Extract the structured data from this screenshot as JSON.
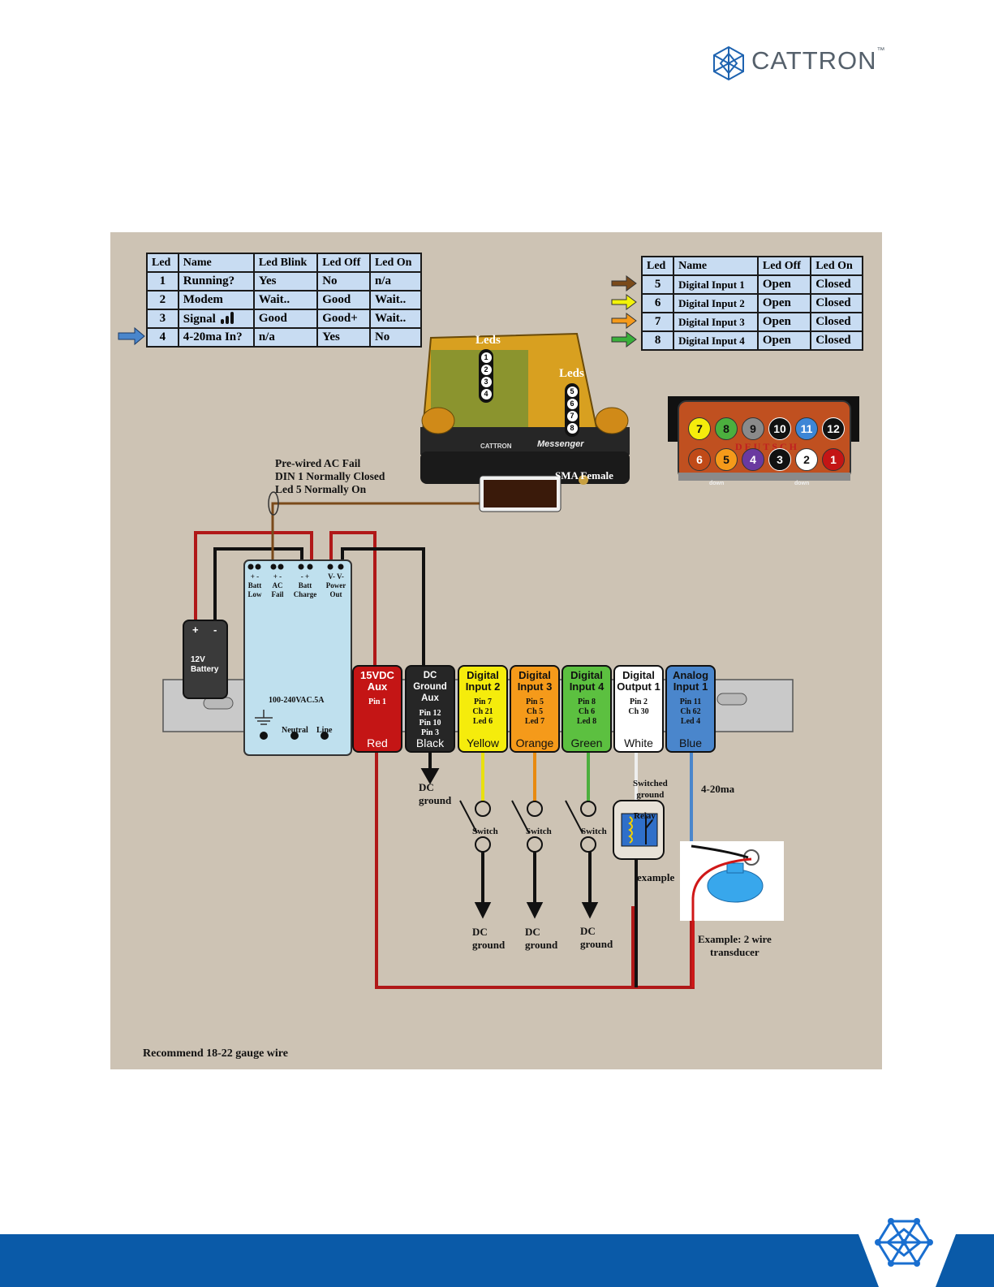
{
  "brand": {
    "name": "CATTRON",
    "tm": "™"
  },
  "colors": {
    "panel_bg": "#cdc3b4",
    "table_bg": "#c8dcf2",
    "footer": "#0a5aa8",
    "wire_red": "#b01818",
    "wire_black": "#111111",
    "wire_brown": "#7a4a1a"
  },
  "left_table": {
    "headers": [
      "Led",
      "Name",
      "Led Blink",
      "Led Off",
      "Led On"
    ],
    "rows": [
      [
        "1",
        "Running?",
        "Yes",
        "No",
        "n/a"
      ],
      [
        "2",
        "Modem",
        "Wait..",
        "Good",
        "Wait.."
      ],
      [
        "3",
        "Signal",
        "Good",
        "Good+",
        "Wait.."
      ],
      [
        "4",
        "4-20ma In?",
        "n/a",
        "Yes",
        "No"
      ]
    ],
    "signal_icon": "signal-bars-icon"
  },
  "right_table": {
    "headers": [
      "Led",
      "Name",
      "Led Off",
      "Led On"
    ],
    "rows": [
      [
        "5",
        "Digital Input 1",
        "Open",
        "Closed"
      ],
      [
        "6",
        "Digital Input 2",
        "Open",
        "Closed"
      ],
      [
        "7",
        "Digital Input 3",
        "Open",
        "Closed"
      ],
      [
        "8",
        "Digital Input 4",
        "Open",
        "Closed"
      ]
    ],
    "arrow_colors": [
      "#7a4a1a",
      "#f2f20a",
      "#f59a1a",
      "#3ab03a"
    ]
  },
  "device": {
    "leds_label_1": "Leds",
    "leds_1": [
      "1",
      "2",
      "3",
      "4"
    ],
    "leds_label_2": "Leds",
    "leds_2": [
      "5",
      "6",
      "7",
      "8"
    ],
    "brand_small": "CATTRON",
    "model": "Messenger",
    "sma_label": "SMA Female"
  },
  "connector": {
    "top_pins": [
      "7",
      "8",
      "9",
      "10",
      "11",
      "12"
    ],
    "bottom_pins": [
      "6",
      "5",
      "4",
      "3",
      "2",
      "1"
    ],
    "top_colors": [
      "#f5ec0c",
      "#4caf3e",
      "#8a8a8a",
      "#111111",
      "#3d86d6",
      "#111111"
    ],
    "bottom_colors": [
      "#c04a18",
      "#f59a1a",
      "#6a3aa0",
      "#111111",
      "#ffffff",
      "#c41515"
    ],
    "brand_text": "DEUTSCH",
    "tab_text": "down"
  },
  "ac_fail_note": [
    "Pre-wired AC Fail",
    "DIN 1 Normally Closed",
    "Led 5 Normally On"
  ],
  "power_supply": {
    "terminals": [
      {
        "signs": "+   -",
        "label": "Batt\nLow"
      },
      {
        "signs": "+   -",
        "label": "AC\nFail"
      },
      {
        "signs": "-   +",
        "label": "Batt\nCharge"
      },
      {
        "signs": "V-  V-",
        "label": "Power\nOut"
      }
    ],
    "rating": "100-240VAC.5A",
    "neutral": "Neutral",
    "line": "Line"
  },
  "battery": {
    "plus": "+",
    "minus": "-",
    "label": "12V\nBattery"
  },
  "modules": [
    {
      "title": "15VDC\nAux",
      "pins": "Pin 1",
      "color_name": "Red",
      "bg": "#c41515",
      "fg": "#ffffff"
    },
    {
      "title": "DC Ground\nAux",
      "pins": "Pin 12\nPin 10\nPin 3",
      "color_name": "Black",
      "bg": "#262626",
      "fg": "#ffffff"
    },
    {
      "title": "Digital\nInput 2",
      "pins": "Pin 7\nCh 21\nLed 6",
      "color_name": "Yellow",
      "bg": "#f5ec0c",
      "fg": "#111111"
    },
    {
      "title": "Digital\nInput 3",
      "pins": "Pin 5\nCh 5\nLed 7",
      "color_name": "Orange",
      "bg": "#f59a1a",
      "fg": "#111111"
    },
    {
      "title": "Digital\nInput 4",
      "pins": "Pin 8\nCh 6\nLed 8",
      "color_name": "Green",
      "bg": "#5cc040",
      "fg": "#111111"
    },
    {
      "title": "Digital\nOutput 1",
      "pins": "Pin 2\nCh 30",
      "color_name": "White",
      "bg": "#ffffff",
      "fg": "#111111"
    },
    {
      "title": "Analog\nInput 1",
      "pins": "Pin 11\nCh 62\nLed 4",
      "color_name": "Blue",
      "bg": "#4a86cc",
      "fg": "#111111"
    }
  ],
  "labels": {
    "dc_ground": "DC\nground",
    "switch": "Switch",
    "switched_ground": "Switched\nground",
    "relay": "Relay",
    "example": "example",
    "ma_label": "4-20ma",
    "transducer": "Example: 2 wire\ntransducer",
    "recommend": "Recommend 18-22 gauge wire"
  }
}
